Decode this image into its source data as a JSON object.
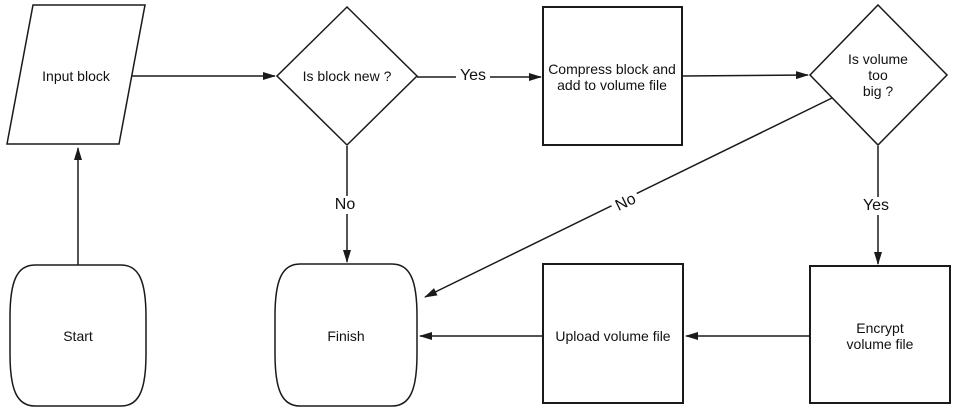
{
  "diagram": {
    "type": "flowchart",
    "colors": {
      "background": "#ffffff",
      "stroke": "#1a1a1a",
      "text": "#111111"
    },
    "nodes": {
      "input_block": {
        "label": "Input block",
        "shape": "parallelogram"
      },
      "is_block_new": {
        "label": "Is block new ?",
        "shape": "decision-diamond"
      },
      "compress_block": {
        "label": "Compress block and\nadd to volume file",
        "shape": "process-rectangle"
      },
      "is_volume_too_big": {
        "label": "Is volume too\nbig ?",
        "shape": "decision-diamond"
      },
      "start": {
        "label": "Start",
        "shape": "terminator"
      },
      "finish": {
        "label": "Finish",
        "shape": "terminator"
      },
      "upload_volume": {
        "label": "Upload volume file",
        "shape": "process-rectangle"
      },
      "encrypt_volume": {
        "label": "Encrypt volume file",
        "shape": "process-rectangle"
      }
    },
    "edges": [
      {
        "from": "start",
        "to": "input_block",
        "label": ""
      },
      {
        "from": "input_block",
        "to": "is_block_new",
        "label": ""
      },
      {
        "from": "is_block_new",
        "to": "compress_block",
        "label": "Yes"
      },
      {
        "from": "is_block_new",
        "to": "finish",
        "label": "No"
      },
      {
        "from": "compress_block",
        "to": "is_volume_too_big",
        "label": ""
      },
      {
        "from": "is_volume_too_big",
        "to": "encrypt_volume",
        "label": "Yes"
      },
      {
        "from": "is_volume_too_big",
        "to": "finish",
        "label": "No"
      },
      {
        "from": "encrypt_volume",
        "to": "upload_volume",
        "label": ""
      },
      {
        "from": "upload_volume",
        "to": "finish",
        "label": ""
      }
    ]
  }
}
